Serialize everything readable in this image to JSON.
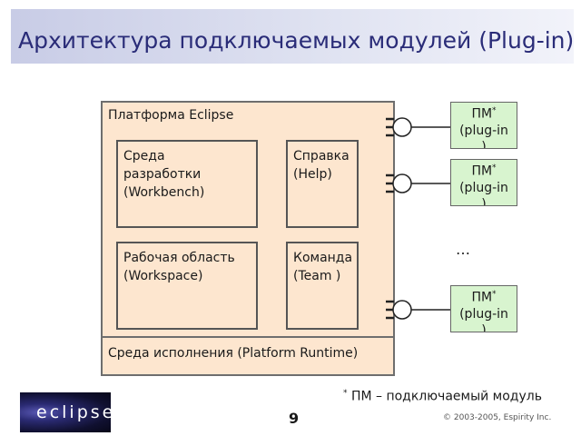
{
  "slide": {
    "title": "Архитектура подключаемых модулей (Plug-in)",
    "page_number": "9",
    "copyright": "© 2003-2005, Espirity Inc."
  },
  "platform": {
    "label": "Платформа Eclipse",
    "runtime_label": "Среда исполнения (Platform Runtime)",
    "components": [
      {
        "lines": [
          "Среда",
          "разработки",
          "(Workbench)"
        ]
      },
      {
        "lines": [
          "Справка",
          "(Help)"
        ]
      },
      {
        "lines": [
          "Рабочая область",
          "(Workspace)"
        ]
      },
      {
        "lines": [
          "Команда",
          "(Team )"
        ]
      }
    ]
  },
  "plugins": [
    {
      "pm": "ПМ",
      "star": "*",
      "sub": "(plug-in",
      "close": ")"
    },
    {
      "pm": "ПМ",
      "star": "*",
      "sub": "(plug-in",
      "close": ")"
    },
    {
      "pm": "ПМ",
      "star": "*",
      "sub": "(plug-in",
      "close": ")"
    }
  ],
  "ellipsis": "…",
  "footnote": {
    "star": "*",
    "text": " ПМ – подключаемый модуль"
  },
  "logo": {
    "text": "eclipse"
  }
}
